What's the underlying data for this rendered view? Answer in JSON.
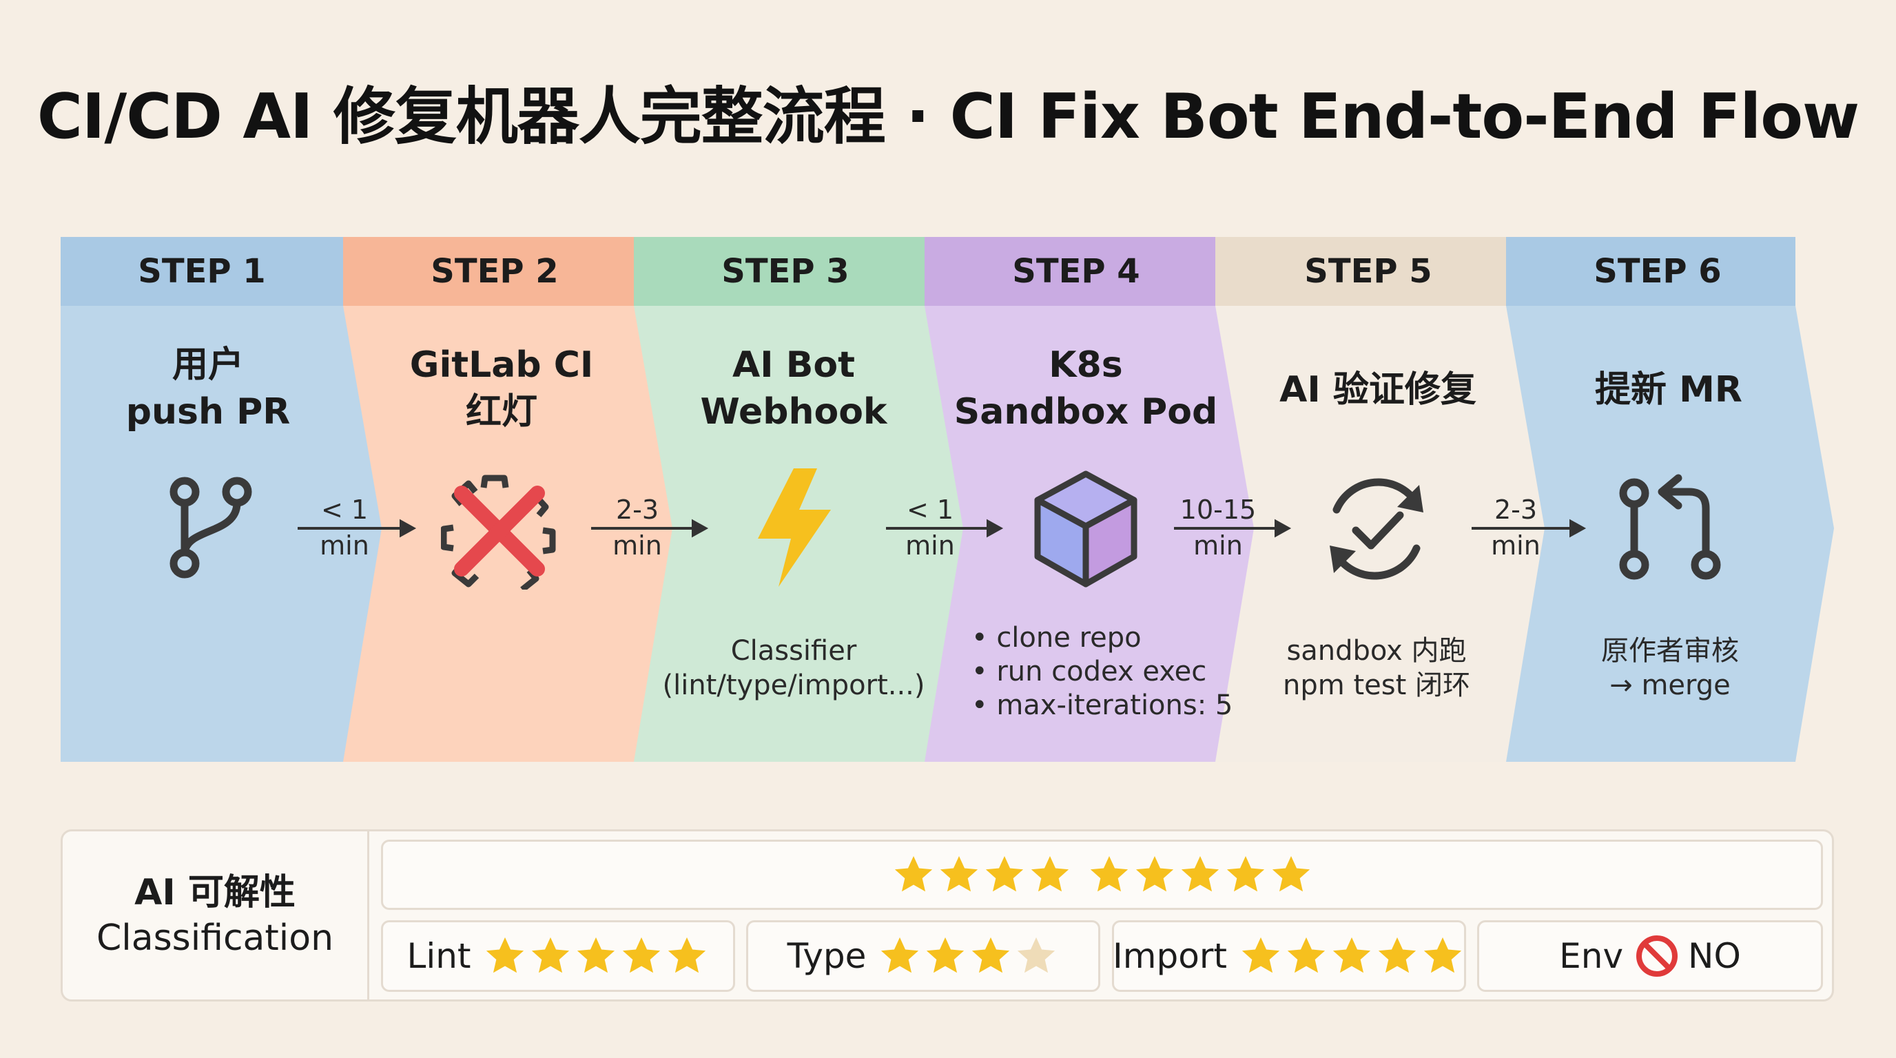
{
  "title": "CI/CD AI 修复机器人完整流程 · CI Fix Bot End-to-End Flow",
  "colors": {
    "step1": "#bcd6ea",
    "step1_header": "#a9c9e4",
    "step2": "#fdd3bc",
    "step2_header": "#f7b697",
    "step3": "#cfe9d6",
    "step3_header": "#a9dabb",
    "step4": "#ddc8ee",
    "step4_header": "#c9abe2",
    "step5": "#f4ede4",
    "step5_header": "#e9dccb",
    "step6": "#bcd6ea",
    "step6_header": "#a9c9e4",
    "star": "#f6c01e",
    "star_empty": "#efdcb8"
  },
  "steps": [
    {
      "header": "STEP 1",
      "title_lines": [
        "用户",
        "push PR"
      ],
      "icon": "git-branch-icon"
    },
    {
      "header": "STEP 2",
      "title_lines": [
        "GitLab CI",
        "红灯"
      ],
      "icon": "failed-gear-icon"
    },
    {
      "header": "STEP 3",
      "title_lines": [
        "AI Bot",
        "Webhook"
      ],
      "icon": "lightning-icon",
      "desc_lines": [
        "Classifier",
        "(lint/type/import...)"
      ]
    },
    {
      "header": "STEP 4",
      "title_lines": [
        "K8s",
        "Sandbox Pod"
      ],
      "icon": "cube-icon",
      "bullets": [
        "clone repo",
        "run codex exec",
        "max-iterations: 5"
      ]
    },
    {
      "header": "STEP 5",
      "title_lines": [
        "AI 验证修复"
      ],
      "icon": "refresh-check-icon",
      "desc_lines": [
        "sandbox 内跑",
        "npm test 闭环"
      ]
    },
    {
      "header": "STEP 6",
      "title_lines": [
        "提新 MR"
      ],
      "icon": "merge-request-icon",
      "desc_lines": [
        "原作者审核",
        "→ merge"
      ]
    }
  ],
  "transitions": [
    {
      "top": "< 1",
      "bottom": "min"
    },
    {
      "top": "2-3",
      "bottom": "min"
    },
    {
      "top": "< 1",
      "bottom": "min"
    },
    {
      "top": "10-15",
      "bottom": "min"
    },
    {
      "top": "2-3",
      "bottom": "min"
    }
  ],
  "classification": {
    "label_cn": "AI 可解性",
    "label_en": "Classification",
    "overall_stars": 9,
    "categories": [
      {
        "label": "Lint",
        "rating": 5,
        "max": 5
      },
      {
        "label": "Type",
        "rating": 3,
        "max": 4
      },
      {
        "label": "Import",
        "rating": 5,
        "max": 5
      },
      {
        "label": "Env",
        "status_icon": "prohibited-icon",
        "status_text": "NO"
      }
    ]
  }
}
